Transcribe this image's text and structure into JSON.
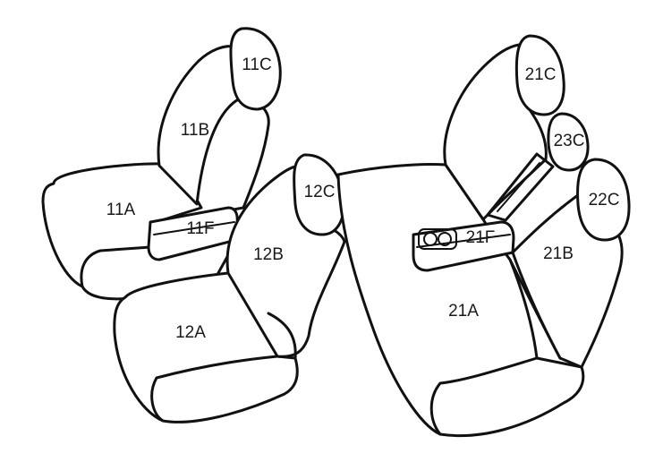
{
  "parts": [
    {
      "id": "11C",
      "label": "11C"
    },
    {
      "id": "11B",
      "label": "11B"
    },
    {
      "id": "11A",
      "label": "11A"
    },
    {
      "id": "11F",
      "label": "11F"
    },
    {
      "id": "12C",
      "label": "12C"
    },
    {
      "id": "12B",
      "label": "12B"
    },
    {
      "id": "12A",
      "label": "12A"
    },
    {
      "id": "21C",
      "label": "21C"
    },
    {
      "id": "23C",
      "label": "23C"
    },
    {
      "id": "22C",
      "label": "22C"
    },
    {
      "id": "21F",
      "label": "21F"
    },
    {
      "id": "21B",
      "label": "21B"
    },
    {
      "id": "21A",
      "label": "21A"
    }
  ]
}
